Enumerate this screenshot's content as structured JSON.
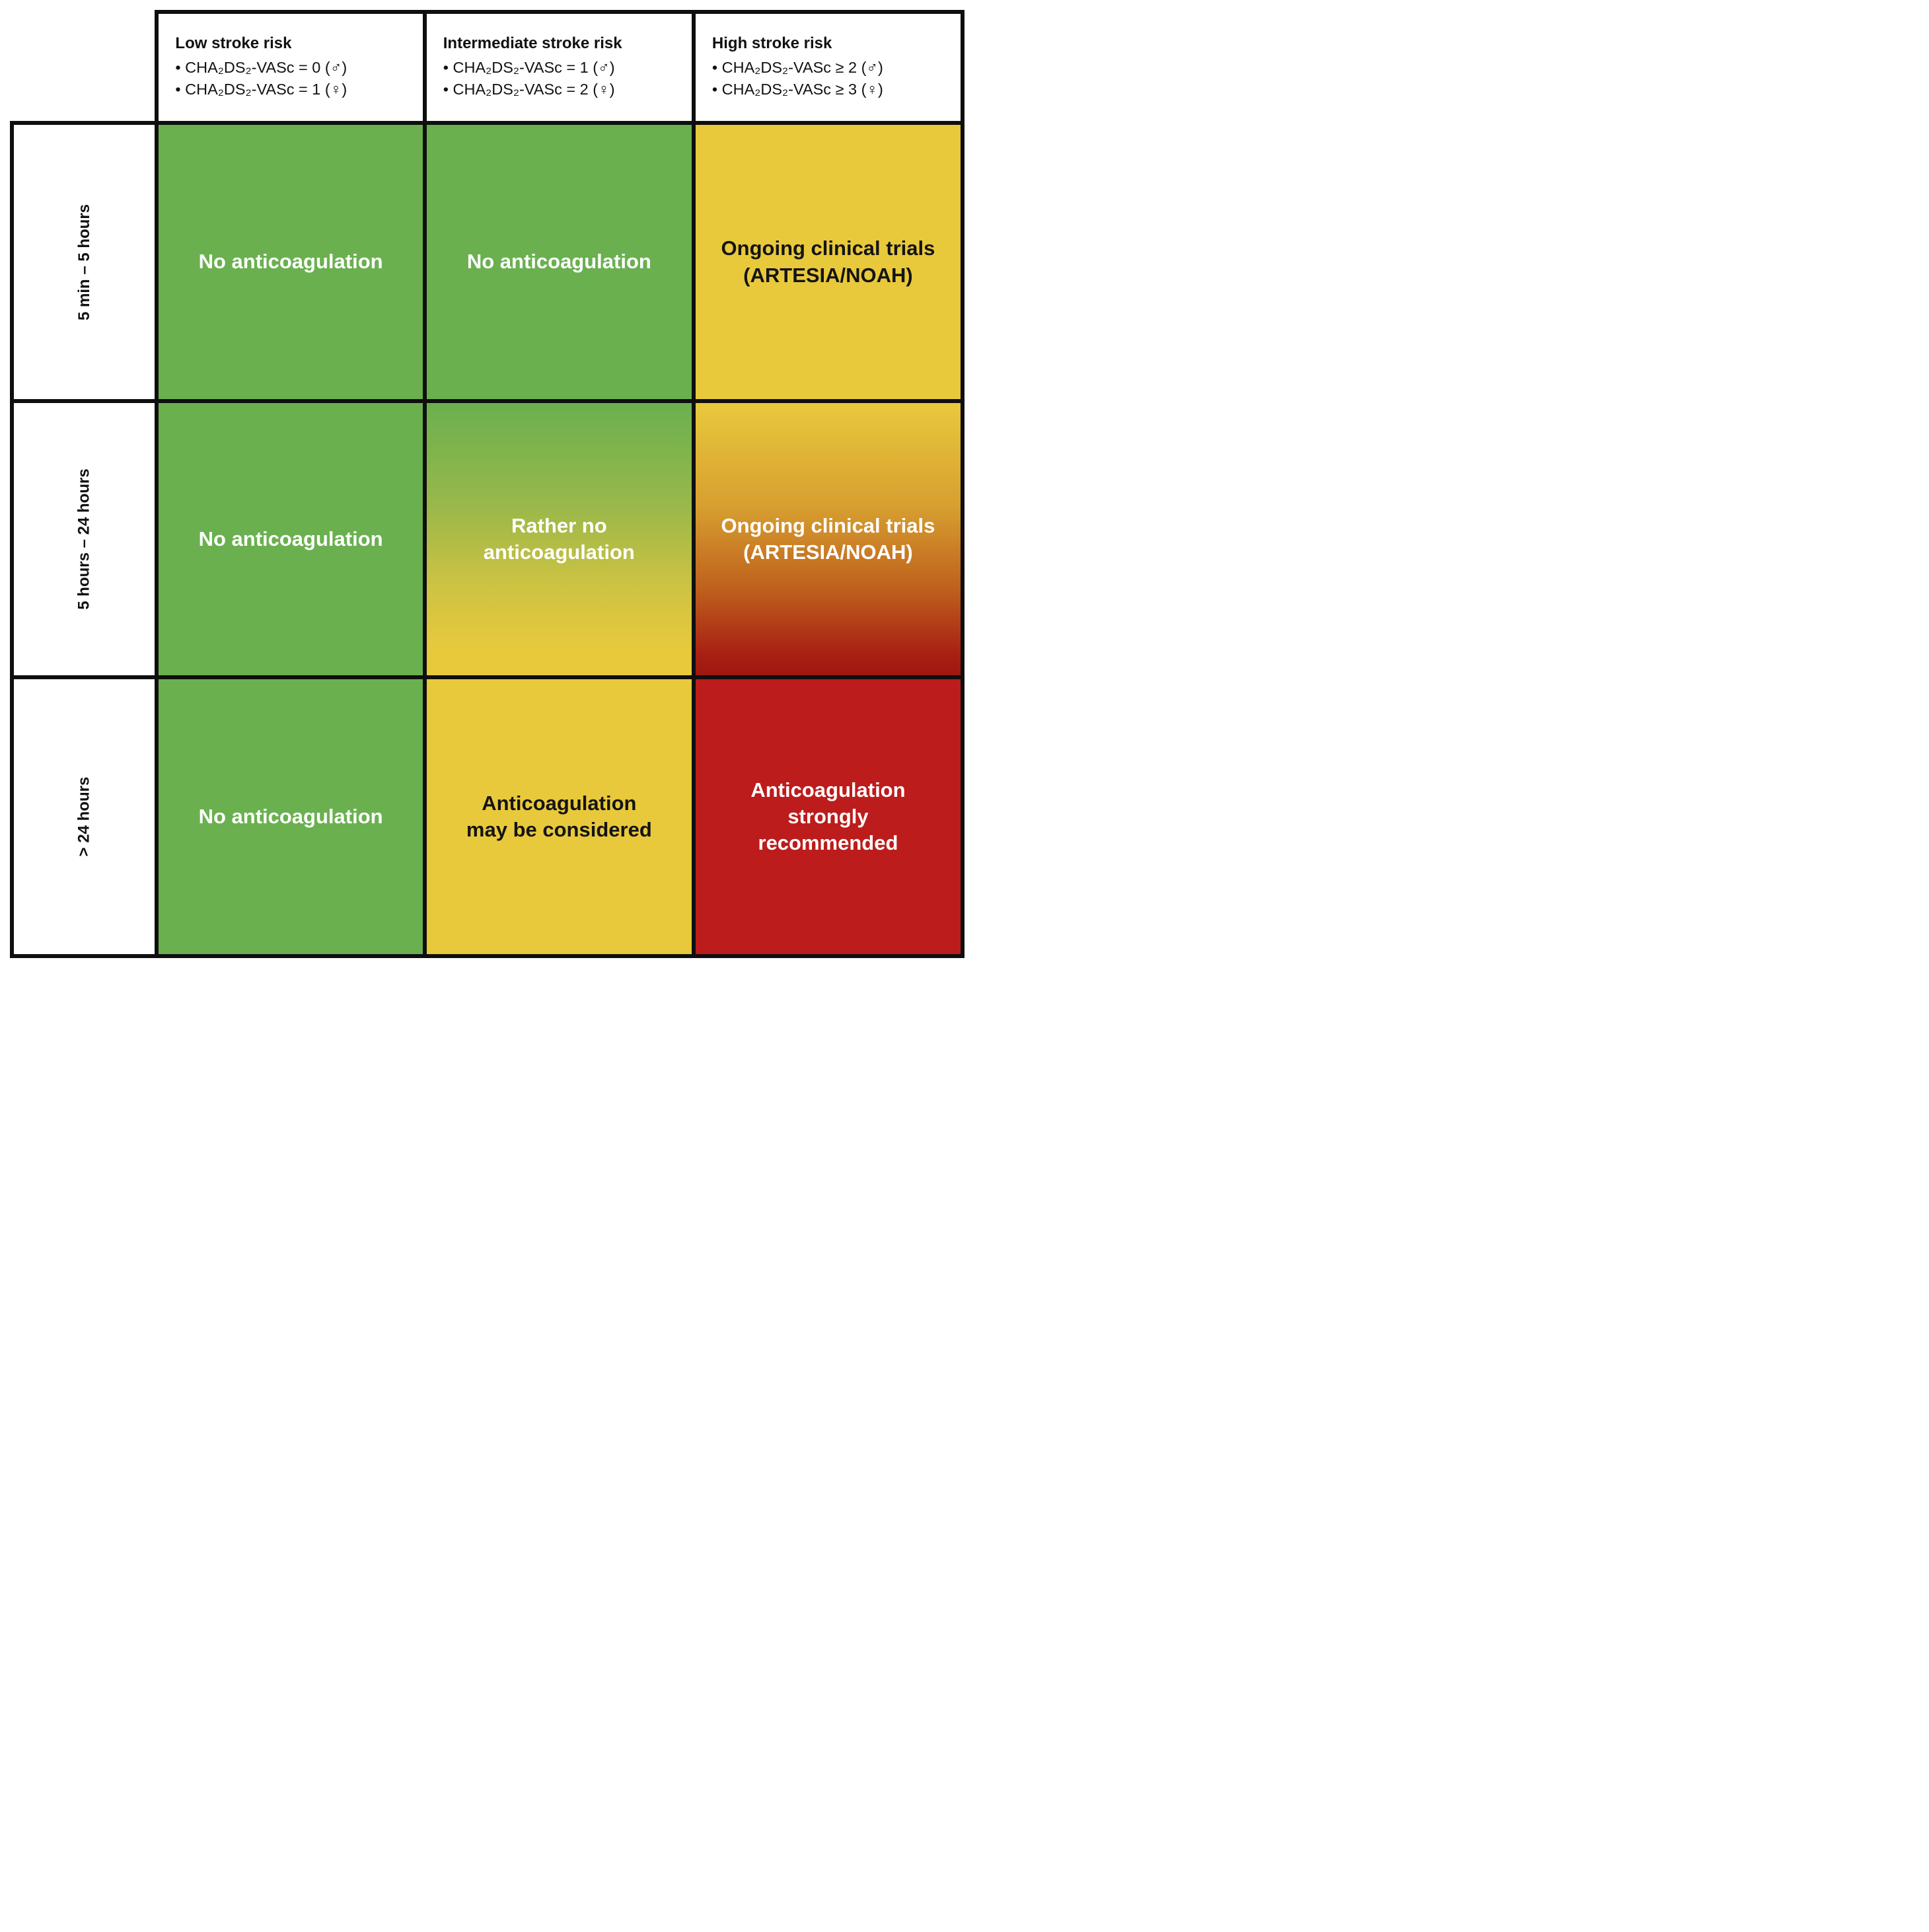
{
  "figure": {
    "kind": "anticoagulation-decision-matrix"
  },
  "columns": [
    {
      "title": "Low stroke risk",
      "bullets": [
        "• CHA₂DS₂-VASc = 0 (♂)",
        "• CHA₂DS₂-VASc = 1 (♀)"
      ]
    },
    {
      "title": "Intermediate stroke risk",
      "bullets": [
        "• CHA₂DS₂-VASc = 1 (♂)",
        "• CHA₂DS₂-VASc = 2 (♀)"
      ]
    },
    {
      "title": "High stroke risk",
      "bullets": [
        "• CHA₂DS₂-VASc ≥ 2 (♂)",
        "• CHA₂DS₂-VASc ≥ 3 (♀)"
      ]
    }
  ],
  "rows": [
    {
      "label": "5 min – 5 hours"
    },
    {
      "label": "5 hours – 24 hours"
    },
    {
      "label": "> 24 hours"
    }
  ],
  "cells": {
    "r0c0": {
      "text": "No anticoagulation"
    },
    "r0c1": {
      "text": "No anticoagulation"
    },
    "r0c2": {
      "text": "Ongoing clinical trials\n(ARTESIA/NOAH)"
    },
    "r1c0": {
      "text": "No anticoagulation"
    },
    "r1c1": {
      "text": "Rather no\nanticoagulation"
    },
    "r1c2": {
      "text": "Ongoing clinical trials\n(ARTESIA/NOAH)"
    },
    "r2c0": {
      "text": "No anticoagulation"
    },
    "r2c1": {
      "text": "Anticoagulation\nmay be considered"
    },
    "r2c2": {
      "text": "Anticoagulation\nstrongly\nrecommended"
    }
  },
  "colors": {
    "green": "#6ab04f",
    "yellow": "#e9c93c",
    "red": "#bc1c1c",
    "gradient_green_to_yellow": [
      "#6ab04f",
      "#e9c93c"
    ],
    "gradient_yellow_to_dark_red": [
      "#e9c93c",
      "#9e1810"
    ],
    "border": "#0f0f0f",
    "text_on_color": "#ffffff",
    "text_on_yellow": "#141414"
  }
}
